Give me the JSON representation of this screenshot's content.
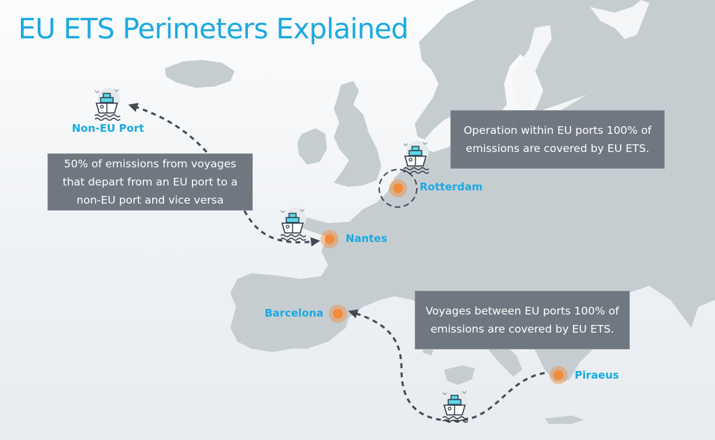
{
  "title": "EU ETS Perimeters Explained",
  "colors": {
    "title": "#1ba9e1",
    "port_label": "#1ba9e1",
    "port_dot": "#f28b3a",
    "land": "#c5cdd1",
    "infobox_bg": "#6f7780",
    "route_line": "#424a54",
    "ship_accent": "#5ad8e6"
  },
  "infoboxes": [
    {
      "id": "non-eu",
      "text": "50% of emissions from voyages that depart from an EU port to a non-EU port and vice versa"
    },
    {
      "id": "within-port",
      "text": "Operation within EU ports 100% of emissions are covered by EU ETS."
    },
    {
      "id": "between-ports",
      "text": "Voyages between EU ports 100% of emissions are covered by EU ETS."
    }
  ],
  "ports": [
    {
      "name": "Non-EU Port",
      "type": "non-eu"
    },
    {
      "name": "Rotterdam",
      "type": "eu"
    },
    {
      "name": "Nantes",
      "type": "eu"
    },
    {
      "name": "Barcelona",
      "type": "eu"
    },
    {
      "name": "Piraeus",
      "type": "eu"
    }
  ],
  "icons": {
    "ship": "ship-icon",
    "port_marker": "port-marker-icon",
    "route_arrow": "dashed-route-arrow"
  }
}
